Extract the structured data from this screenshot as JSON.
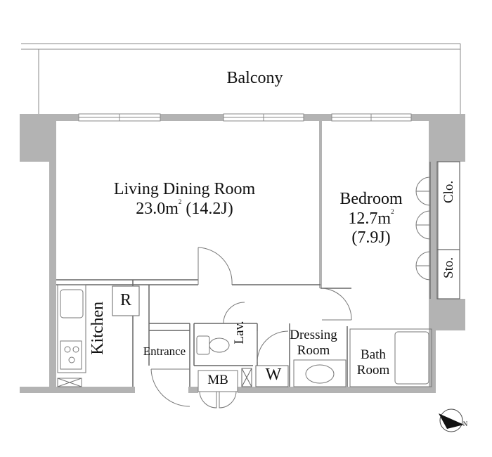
{
  "rooms": {
    "balcony": "Balcony",
    "ldk": {
      "name": "Living Dining Room",
      "area": "23.0m",
      "area_sup": "2",
      "jo": "(14.2J)"
    },
    "bedroom": {
      "name": "Bedroom",
      "area": "12.7m",
      "area_sup": "2",
      "jo": "(7.9J)"
    },
    "kitchen": "Kitchen",
    "fridge": "R",
    "entrance": "Entrance",
    "lavatory": "Lav.",
    "dressing": [
      "Dressing",
      "Room"
    ],
    "bath": [
      "Bath",
      "Room"
    ],
    "washer": "W",
    "meter_box": "MB",
    "closet": "Clo.",
    "storage": "Sto."
  },
  "compass": {
    "label": "N",
    "icon": "north-arrow-icon"
  },
  "colors": {
    "wall": "#b3b3b3",
    "line": "#555555",
    "text": "#111111"
  }
}
